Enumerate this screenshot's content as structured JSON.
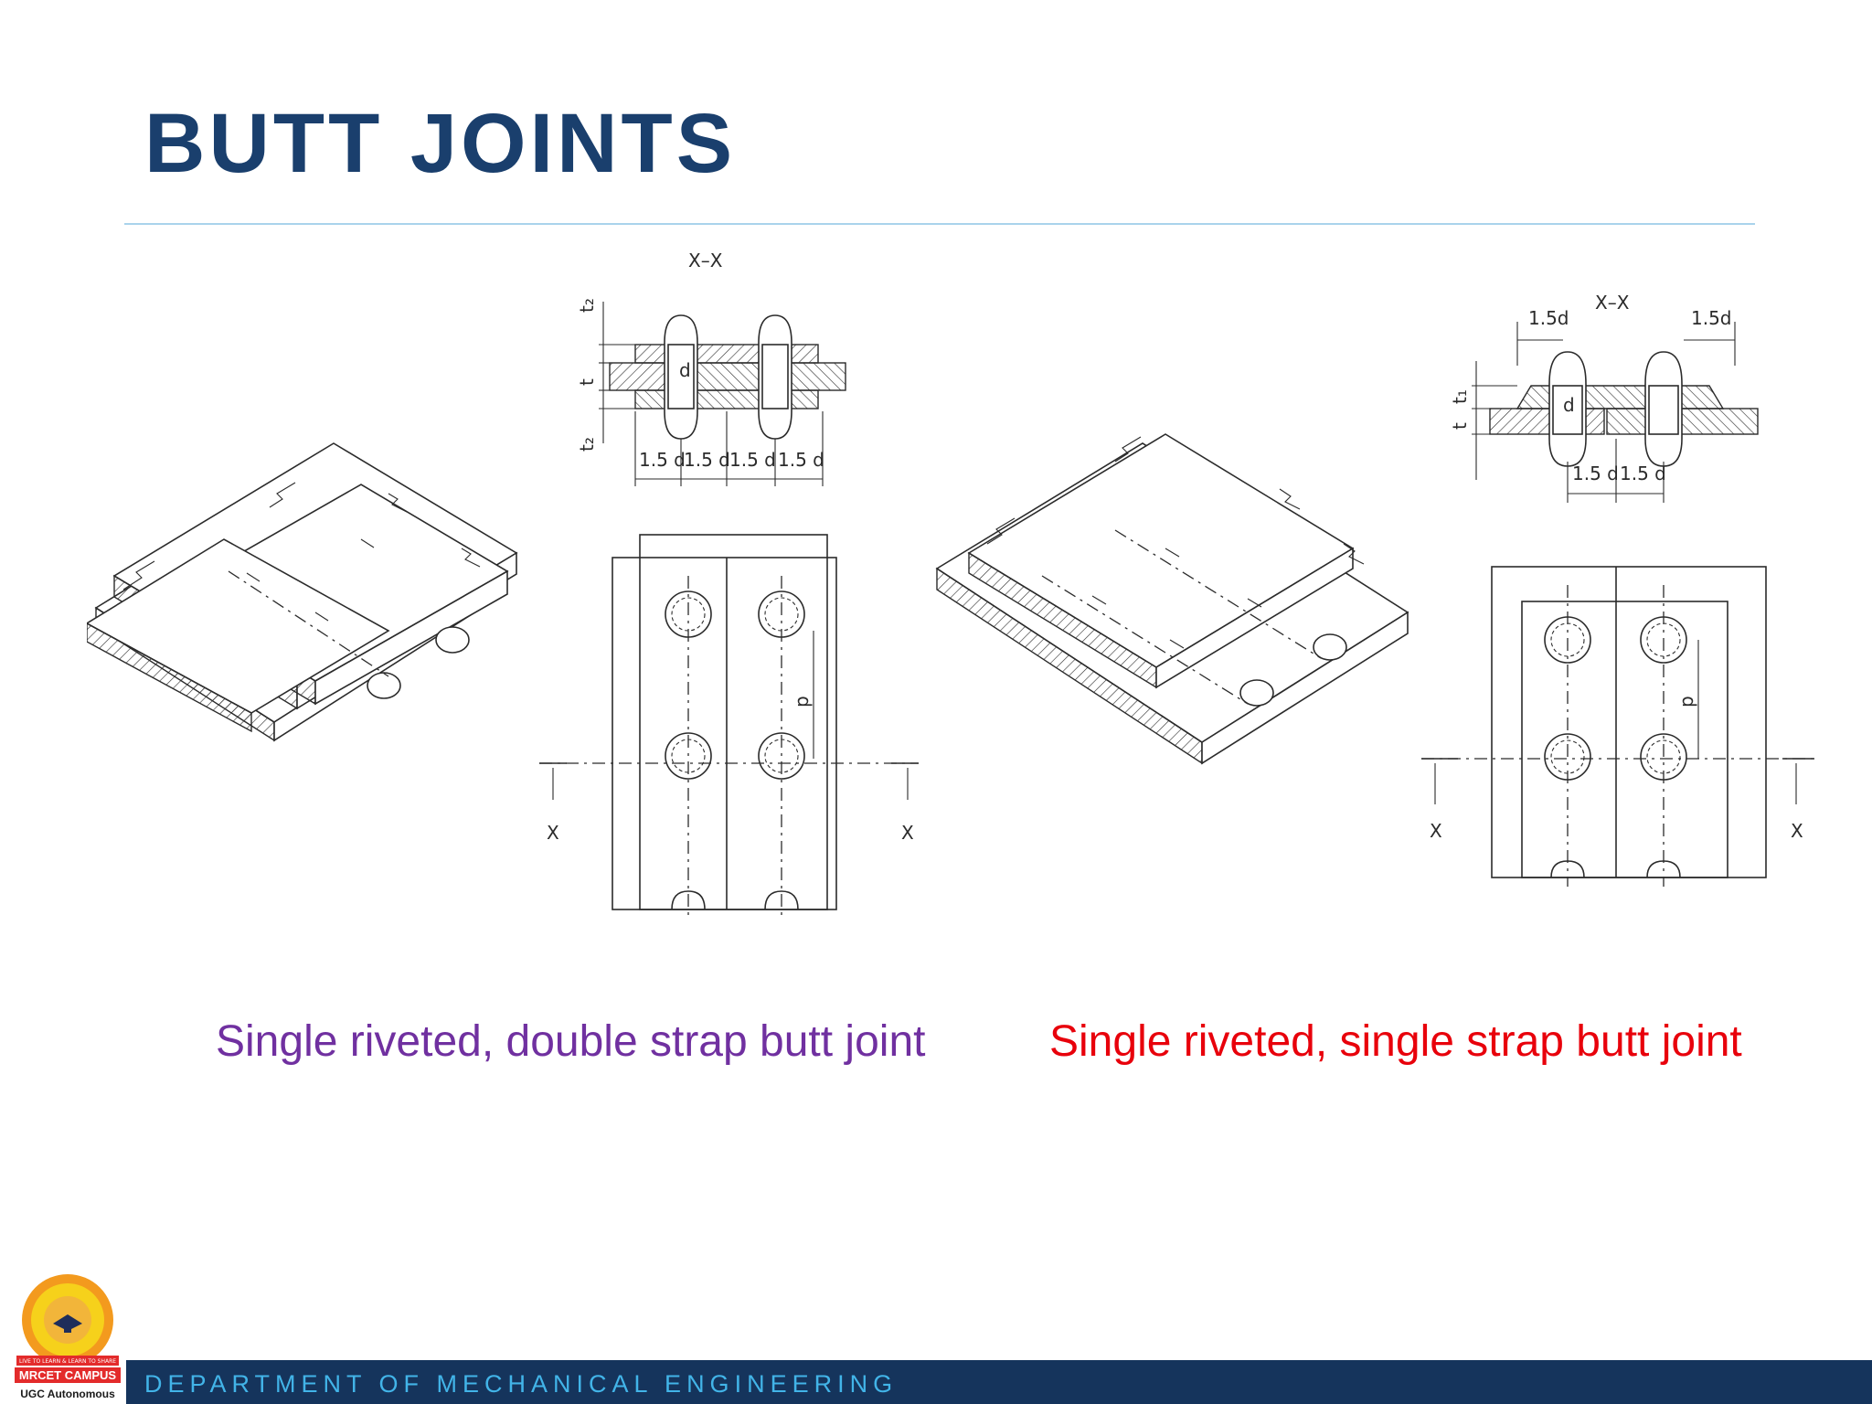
{
  "slide": {
    "title": "BUTT JOINTS",
    "captions": {
      "left": "Single riveted, double strap butt joint",
      "right": "Single riveted, single strap butt joint"
    },
    "colors": {
      "title": "#1a3f6d",
      "caption_left": "#7030a0",
      "caption_right": "#e8000b",
      "footer_bar": "#15345c",
      "footer_text": "#42b4e8",
      "rule": "#a9d3ec"
    }
  },
  "diagrams": {
    "left": {
      "section_label": "X–X",
      "dim_t2_top": "t₂",
      "dim_t": "t",
      "dim_t2_bottom": "t₂",
      "dim_d": "d",
      "dims_bottom": [
        "1.5 d",
        "1.5 d",
        "1.5 d",
        "1.5 d"
      ],
      "pitch": "p",
      "section_marks": [
        "X",
        "X"
      ]
    },
    "right": {
      "section_label": "X–X",
      "dim_left_top": "1.5d",
      "dim_right_top": "1.5d",
      "dim_t1": "t₁",
      "dim_t": "t",
      "dim_d": "d",
      "dims_bottom": [
        "1.5 d",
        "1.5 d"
      ],
      "pitch": "p",
      "section_marks": [
        "X",
        "X"
      ]
    }
  },
  "footer": {
    "department": "DEPARTMENT OF MECHANICAL ENGINEERING",
    "logo_name": "MRCET CAMPUS",
    "logo_motto": "LIVE TO LEARN & LEARN TO SHARE",
    "logo_sub": "UGC Autonomous"
  }
}
